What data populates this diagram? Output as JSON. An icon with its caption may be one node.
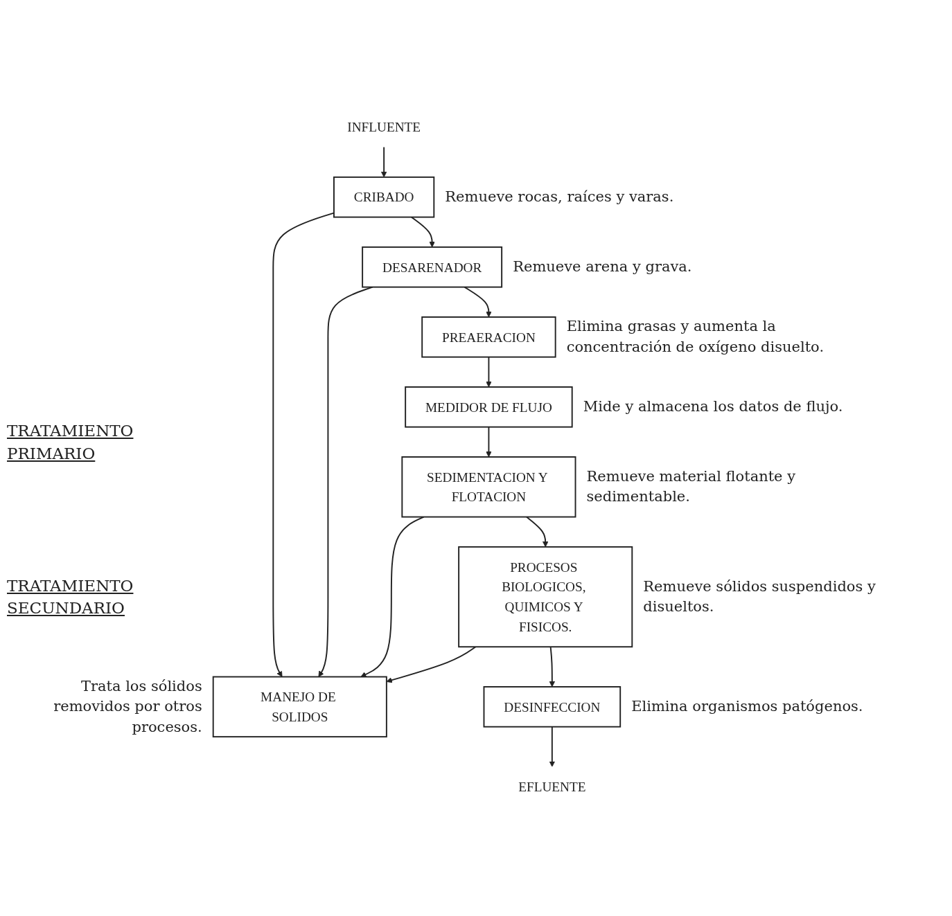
{
  "diagram": {
    "nodes": [
      {
        "text": [
          "INFLUENTE"
        ]
      },
      {
        "text": [
          "CRIBADO"
        ],
        "beside": [
          "Remueve rocas, raíces y varas."
        ]
      },
      {
        "text": [
          "DESARENADOR"
        ],
        "beside": [
          "Remueve arena y grava."
        ]
      },
      {
        "text": [
          "PREAERACION"
        ],
        "beside": [
          "Elimina grasas y aumenta la concentración de oxígeno disuelto."
        ]
      },
      {
        "text": [
          "MEDIDOR DE FLUJO"
        ],
        "beside": [
          "Mide y almacena los datos de flujo."
        ]
      },
      {
        "text": [
          "SEDIMENTACION Y FLOTACION"
        ],
        "beside": [
          "Remueve material flotante y sedimentable."
        ]
      },
      {
        "text": [
          "MANEJO DE SOLIDOS"
        ],
        "beside": [
          "Trata los sólidos removidos por otros procesos."
        ]
      },
      {
        "text": [
          "PROCESOS BIOLOGICOS, QUIMICOS Y FISICOS."
        ],
        "beside": [
          "Remueve sólidos suspendidos y disueltos."
        ]
      },
      {
        "text": [
          "DESINFECCION"
        ],
        "beside": [
          "Elimina organismos patógenos."
        ]
      },
      {
        "text": [
          "EFLUENTE"
        ]
      }
    ],
    "edges": [
      {
        "from": 0,
        "to": 1,
        "arrow": "to"
      },
      {
        "from": 1,
        "to": 2,
        "arrow": "to"
      },
      {
        "from": 2,
        "to": 3,
        "arrow": "to"
      },
      {
        "from": 3,
        "to": 4,
        "arrow": "to"
      },
      {
        "from": 4,
        "to": 5,
        "arrow": "to"
      },
      {
        "from": 1,
        "to": 6,
        "arrow": "to"
      },
      {
        "from": 2,
        "to": 6,
        "arrow": "to"
      },
      {
        "from": 5,
        "to": 6,
        "arrow": "to"
      },
      {
        "from": 5,
        "to": 7,
        "arrow": "to"
      },
      {
        "from": 7,
        "to": 6,
        "arrow": "to"
      },
      {
        "from": 7,
        "to": 8,
        "arrow": "to"
      },
      {
        "from": 8,
        "to": 9,
        "arrow": "to"
      }
    ],
    "labels": [
      "TRATAMIENTO PRIMARIO",
      "TRATAMIENTO SECUNDARIO"
    ]
  }
}
